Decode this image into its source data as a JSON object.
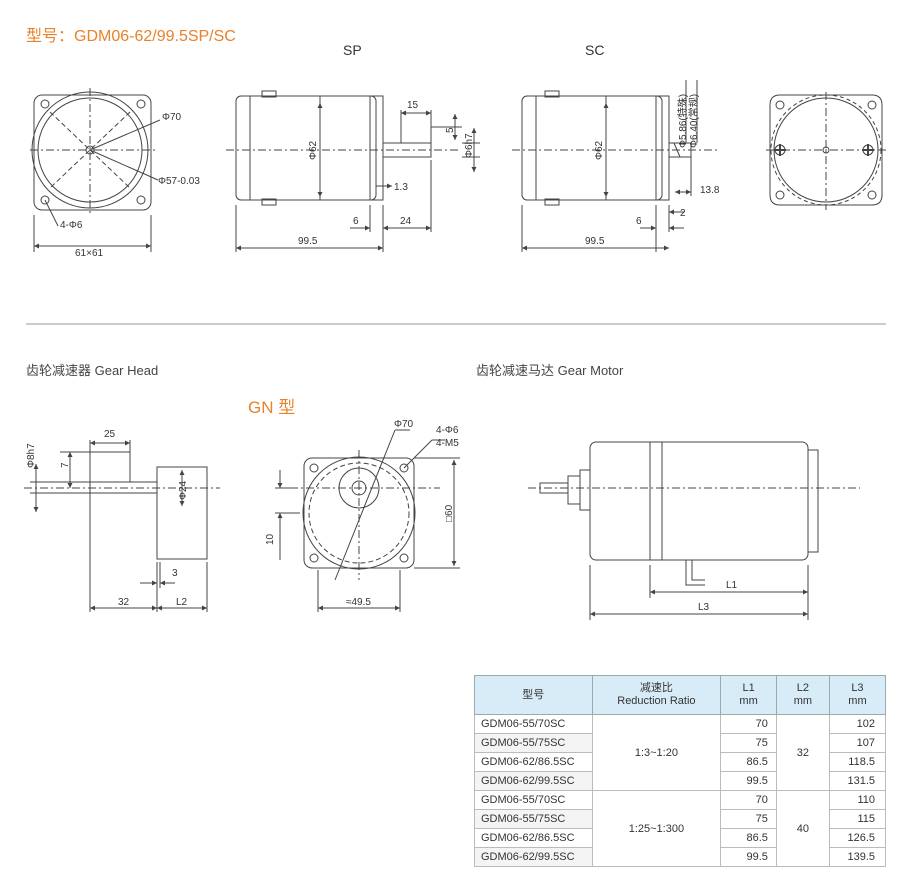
{
  "title": "型号：GDM06-62/99.5SP/SC",
  "labels": {
    "sp": "SP",
    "sc": "SC",
    "gear_head": "齿轮减速器 Gear Head",
    "gear_motor": "齿轮减速马达 Gear Motor",
    "gn": "GN 型"
  },
  "dims": {
    "d70": "Φ70",
    "d57": "Φ57-0.03",
    "holes6": "4-Φ6",
    "sq": "61×61",
    "d62": "Φ62",
    "d6h7": "Φ6h7",
    "n15": "15",
    "n5": "5",
    "n1_3": "1.3",
    "n6": "6",
    "n24": "24",
    "n99_5": "99.5",
    "special": "Φ5.86(特殊)",
    "standard": "Φ6.40(常规)",
    "n13_8": "13.8",
    "n2": "2",
    "d8h7": "Φ8h7",
    "n25": "25",
    "n7": "7",
    "d24": "Φ24",
    "n3": "3",
    "n32": "32",
    "l2": "L2",
    "m5": "4-M5",
    "sq60": "□60",
    "n10": "10",
    "n49_5": "≈49.5",
    "l1": "L1",
    "l3": "L3"
  },
  "table": {
    "headers": [
      "型号",
      "减速比",
      "Reduction Ratio",
      "L1",
      "mm",
      "L2",
      "mm",
      "L3",
      "mm"
    ],
    "rows": [
      {
        "model": "GDM06-55/70SC",
        "l1": "70",
        "l3": "102"
      },
      {
        "model": "GDM06-55/75SC",
        "l1": "75",
        "l3": "107"
      },
      {
        "model": "GDM06-62/86.5SC",
        "l1": "86.5",
        "l3": "118.5"
      },
      {
        "model": "GDM06-62/99.5SC",
        "l1": "99.5",
        "l3": "131.5"
      },
      {
        "model": "GDM06-55/70SC",
        "l1": "70",
        "l3": "110"
      },
      {
        "model": "GDM06-55/75SC",
        "l1": "75",
        "l3": "115"
      },
      {
        "model": "GDM06-62/86.5SC",
        "l1": "86.5",
        "l3": "126.5"
      },
      {
        "model": "GDM06-62/99.5SC",
        "l1": "99.5",
        "l3": "139.5"
      }
    ],
    "groups": [
      {
        "ratio": "1:3~1:20",
        "l2": "32"
      },
      {
        "ratio": "1:25~1:300",
        "l2": "40"
      }
    ]
  }
}
